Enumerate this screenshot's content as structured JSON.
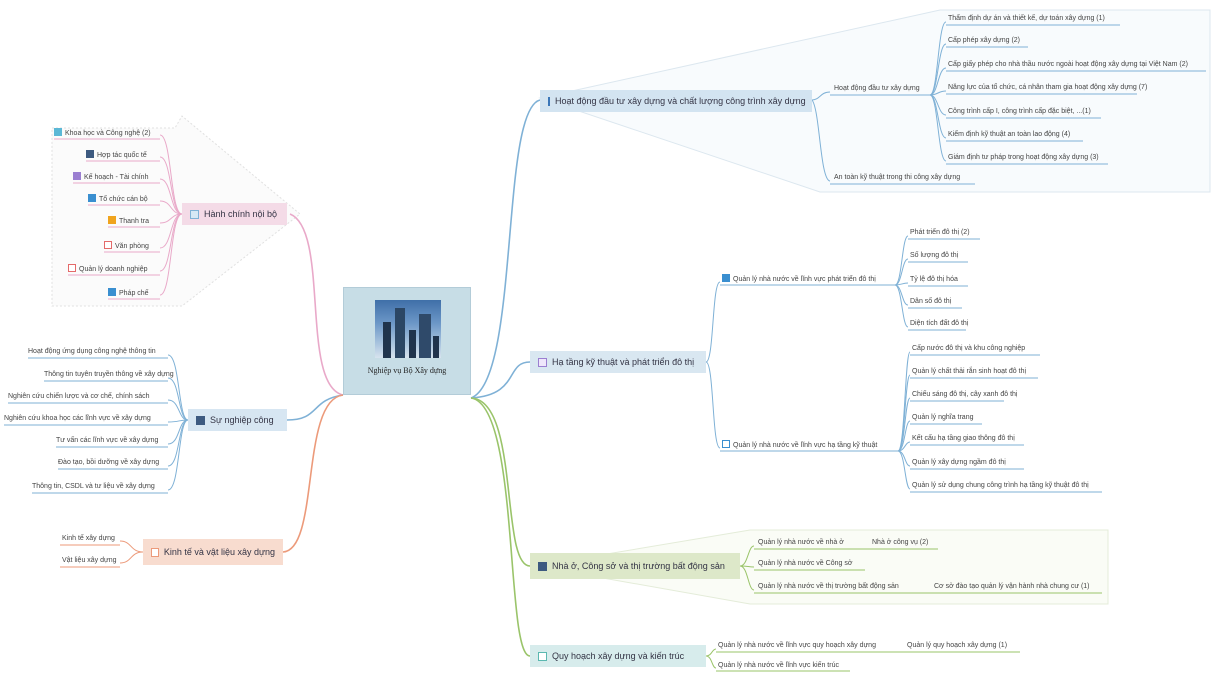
{
  "center": {
    "title": "Nghiệp vụ Bộ Xây dựng"
  },
  "branches": {
    "hanh_chinh": {
      "label": "Hành chính nội bộ",
      "items": [
        "Khoa học và Công nghệ (2)",
        "Hợp tác quốc tế",
        "Kế hoạch - Tài chính",
        "Tổ chức cán bộ",
        "Thanh tra",
        "Văn phòng",
        "Quản lý doanh nghiệp",
        "Pháp chế"
      ]
    },
    "su_nghiep": {
      "label": "Sự nghiệp công",
      "items": [
        "Hoạt động ứng dụng công nghệ thông tin",
        "Thông tin tuyên truyền thông về xây dựng",
        "Nghiên cứu chiến lược và cơ chế, chính sách",
        "Nghiên cứu khoa học các lĩnh vực về xây dựng",
        "Tư vấn các lĩnh vực về xây dựng",
        "Đào tạo, bồi dưỡng về xây dựng",
        "Thông tin, CSDL và tư liệu về xây dựng"
      ]
    },
    "kinh_te": {
      "label": "Kinh tế và vật liệu xây dựng",
      "items": [
        "Kinh tế xây dựng",
        "Vật liệu xây dựng"
      ]
    },
    "hoat_dong": {
      "label": "Hoạt động đầu tư xây dựng và chất lượng công trình xây dựng",
      "sub1": "Hoạt động đầu tư xây dựng",
      "sub1_items": [
        "Thẩm định dự án và thiết kế, dự toán xây dựng (1)",
        "Cấp phép xây dựng (2)",
        "Cấp giấy phép cho nhà thầu nước ngoài hoạt động xây dựng tại Việt Nam (2)",
        "Năng lực của tổ chức, cá nhân tham gia hoạt động xây dựng (7)",
        "Công trình cấp I, công trình cấp đặc biệt, ...(1)",
        "Kiểm định kỹ thuật an toàn lao động (4)",
        "Giám định tư pháp trong hoạt động xây dựng (3)"
      ],
      "sub2": "An toàn kỹ thuật trong thi công xây dựng"
    },
    "ha_tang": {
      "label": "Hạ tầng kỹ thuật và phát triển đô thị",
      "sub1": "Quản lý nhà nước về lĩnh vực phát triển đô thị",
      "sub1_items": [
        "Phát triển đô thị (2)",
        "Số lượng đô thị",
        "Tỷ lệ đô thị hóa",
        "Dân số đô thị",
        "Diện tích đất đô thị"
      ],
      "sub2": "Quản lý nhà nước về lĩnh vực hạ tầng kỹ thuật",
      "sub2_items": [
        "Cấp nước đô thị và khu công nghiệp",
        "Quản lý chất thải rắn sinh hoạt đô thị",
        "Chiếu sáng đô thị, cây xanh đô thị",
        "Quản lý nghĩa trang",
        "Kết cấu hạ tầng giao thông đô thị",
        "Quản lý xây dựng ngầm đô thị",
        "Quản lý sử dụng chung công trình hạ tầng kỹ thuật đô thị"
      ]
    },
    "nha_o": {
      "label": "Nhà ở, Công sở và thị trường bất động sản",
      "items": [
        "Quản lý nhà nước về nhà ở",
        "Quản lý nhà nước về Công sở",
        "Quản lý nhà nước về thị trường bất động sản"
      ],
      "leaf1": "Nhà ở công vụ (2)",
      "leaf3": "Cơ sở đào tạo quản lý vận hành nhà chung cư (1)"
    },
    "quy_hoach": {
      "label": "Quy hoạch xây dựng và kiến trúc",
      "items": [
        "Quản lý nhà nước về lĩnh vực quy hoạch xây dựng",
        "Quản lý nhà nước về lĩnh vực kiến trúc"
      ],
      "leaf1": "Quản lý quy hoạch xây dựng (1)"
    }
  },
  "colors": {
    "pink": "#e9a9c9",
    "blue": "#7fb1d6",
    "orange": "#ec9a7a",
    "green": "#9ac46a",
    "teal": "#8fcfd9",
    "hanh_bg": "#f4dbe7",
    "su_bg": "#d7e6f2",
    "kinh_bg": "#f8dccf",
    "hoat_bg": "#d3e4f1",
    "ha_bg": "#d9e7f1",
    "nha_bg": "#dde8c9",
    "quy_bg": "#d7ecec"
  }
}
